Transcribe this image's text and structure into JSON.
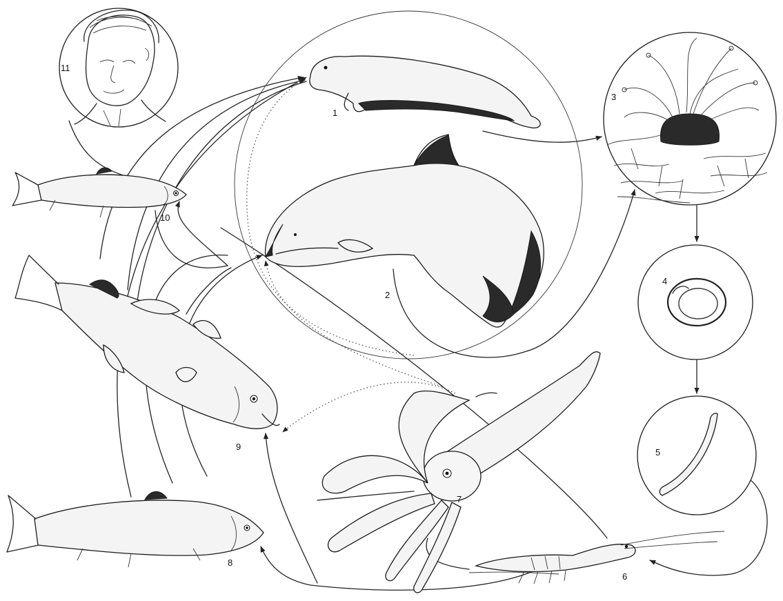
{
  "organisms": [
    {
      "id": "1",
      "label": "1",
      "icon": "seal-icon"
    },
    {
      "id": "2",
      "label": "2",
      "icon": "porpoise-icon"
    },
    {
      "id": "3",
      "label": "3",
      "icon": "sea-anemone-icon"
    },
    {
      "id": "4",
      "label": "4",
      "icon": "egg-icon"
    },
    {
      "id": "5",
      "label": "5",
      "icon": "larva-icon"
    },
    {
      "id": "6",
      "label": "6",
      "icon": "shrimp-icon"
    },
    {
      "id": "7",
      "label": "7",
      "icon": "squid-icon"
    },
    {
      "id": "8",
      "label": "8",
      "icon": "trout-icon"
    },
    {
      "id": "9",
      "label": "9",
      "icon": "cod-icon"
    },
    {
      "id": "10",
      "label": "10",
      "icon": "herring-icon"
    },
    {
      "id": "11",
      "label": "11",
      "icon": "human-icon"
    }
  ],
  "colors": {
    "ink": "#222222",
    "paper": "#ffffff"
  }
}
